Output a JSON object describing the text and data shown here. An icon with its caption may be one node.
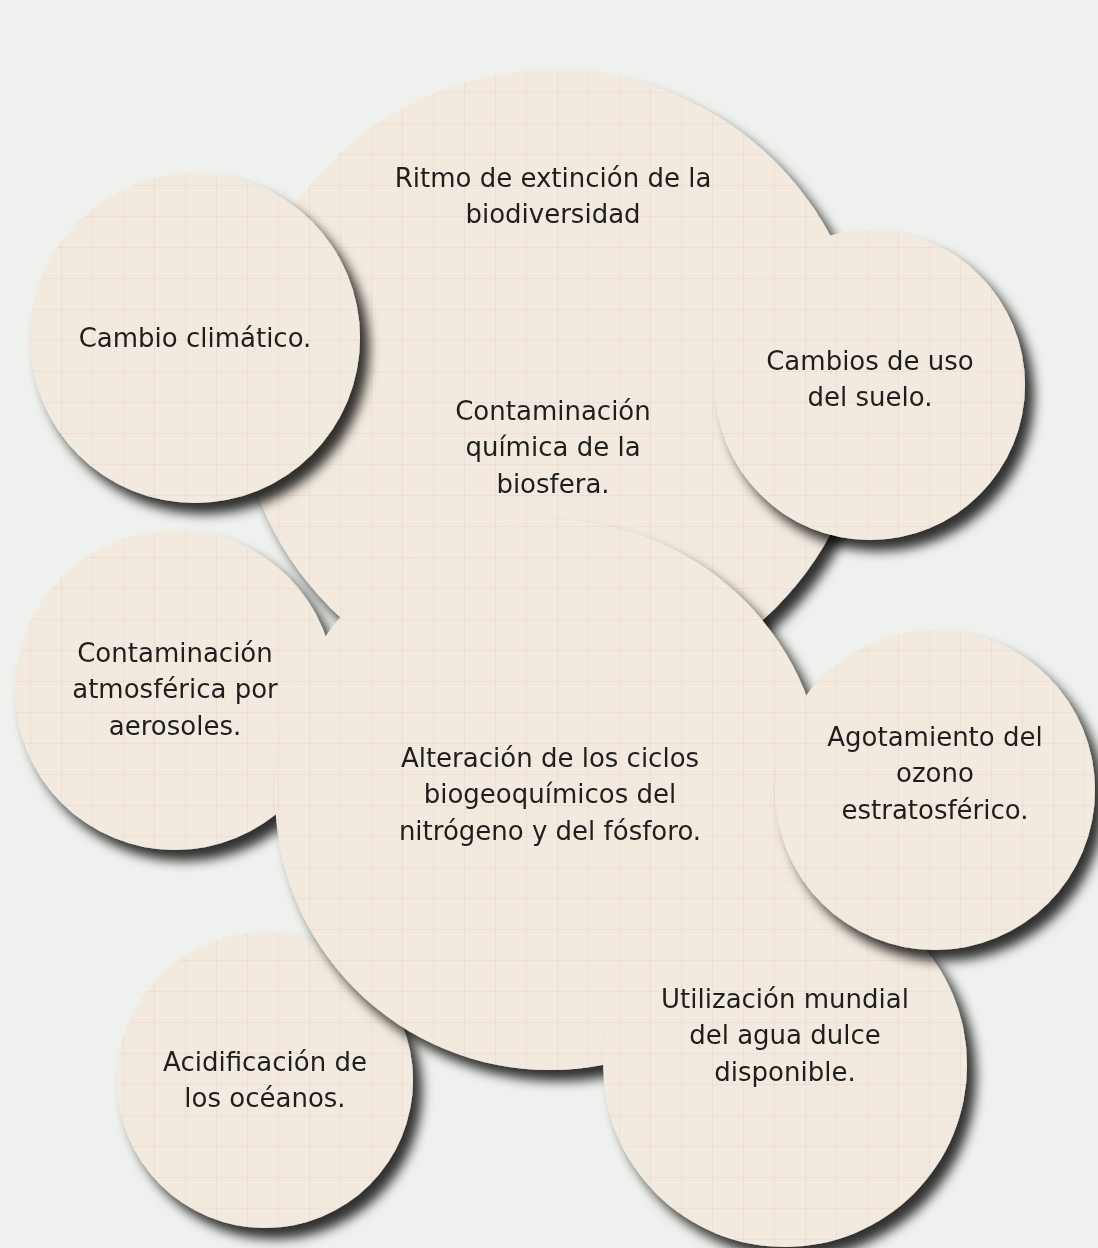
{
  "diagram": {
    "nodes": [
      {
        "text": [
          "Ritmo de extinción de la biodiversidad",
          "Contaminación química de la biosfera."
        ]
      },
      {
        "text": [
          "Cambio climático."
        ]
      },
      {
        "text": [
          "Cambios de uso del suelo."
        ]
      },
      {
        "text": [
          "Contaminación atmosférica por aerosoles."
        ]
      },
      {
        "text": [
          "Alteración de los ciclos biogeoquímicos del nitrógeno y del fósforo."
        ]
      },
      {
        "text": [
          "Agotamiento del ozono estratosférico."
        ]
      },
      {
        "text": [
          "Acidificación de los océanos."
        ]
      },
      {
        "text": [
          "Utilización mundial del agua dulce disponible."
        ]
      }
    ]
  }
}
